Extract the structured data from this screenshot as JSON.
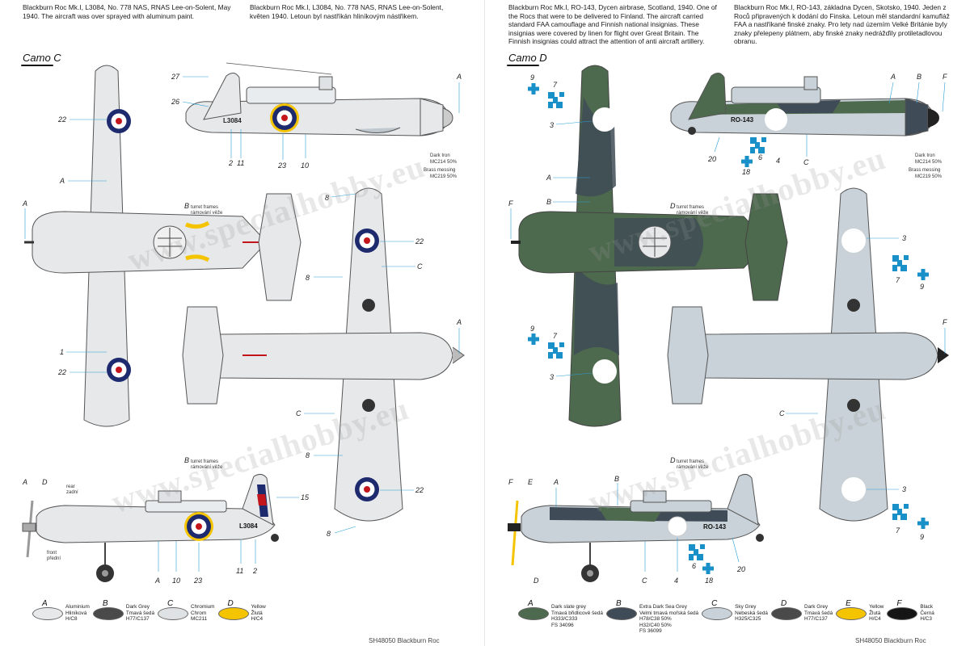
{
  "descriptions": {
    "left_en": "Blackburn Roc Mk.I, L3084, No. 778 NAS, RNAS Lee-on-Solent, May 1940. The aircraft was over sprayed with aluminum paint.",
    "left_cz": "Blackburn Roc Mk.I, L3084, No. 778 NAS, RNAS Lee-on-Solent, květen 1940. Letoun byl nastříkán hliníkovým nástřikem.",
    "right_en": "Blackburn Roc Mk.I, RO-143, Dycen airbrase, Scotland, 1940. One of the Rocs that were to be delivered to Finland. The aircraft carried standard FAA camouflage and Finnish national insignias. These insignias were covered by linen for flight over Great Britain. The Finnish insignias could attract the attention of anti aircraft artillery.",
    "right_cz": "Blackburn Roc Mk.I, RO-143, základna Dycen, Skotsko, 1940. Jeden z Roců připravených k dodání do Finska. Letoun měl standardní kamufláž FAA a nastříkané finské znaky. Pro lety nad územím Velké Británie byly znaky přelepeny plátnem, aby finské znaky nedrážďily protiletadlovou obranu."
  },
  "camo_c": {
    "title": "Camo C",
    "serial": "L3084"
  },
  "camo_d": {
    "title": "Camo D",
    "serial": "RO-143"
  },
  "callouts_c": {
    "n27": "27",
    "n26": "26",
    "n22a": "22",
    "n22b": "22",
    "n22c": "22",
    "n22d": "22",
    "nA1": "A",
    "nA2": "A",
    "nA3": "A",
    "nA4": "A",
    "nA5": "A",
    "nA6": "A",
    "nB1": "B",
    "nB2": "B",
    "n2a": "2",
    "n2b": "2",
    "n11a": "11",
    "n11b": "11",
    "n23a": "23",
    "n23b": "23",
    "n10a": "10",
    "n10b": "10",
    "n1": "1",
    "n8a": "8",
    "n8b": "8",
    "n8c": "8",
    "n8d": "8",
    "nC1": "C",
    "nC2": "C",
    "n15": "15",
    "nD": "D",
    "turret1": "turret frames",
    "turret1cz": "rámování věže",
    "turret2": "turret frames",
    "turret2cz": "rámování věže",
    "rear": "rear",
    "rear_cz": "zadní",
    "front": "front",
    "front_cz": "přední",
    "dark_iron": "Dark Iron",
    "dark_iron_pct": "MC214 50%",
    "brass": "Brass messing",
    "brass_pct": "MC219 50%"
  },
  "callouts_d": {
    "n9a": "9",
    "n9b": "9",
    "n9c": "9",
    "n9d": "9",
    "n7a": "7",
    "n7b": "7",
    "n7c": "7",
    "n7d": "7",
    "n3a": "3",
    "n3b": "3",
    "n3c": "3",
    "n3d": "3",
    "nA1": "A",
    "nA2": "A",
    "nA3": "A",
    "nB1": "B",
    "nB2": "B",
    "nB3": "B",
    "nF1": "F",
    "nF2": "F",
    "nF3": "F",
    "nF4": "F",
    "nD1": "D",
    "nD2": "D",
    "nD3": "D",
    "nE": "E",
    "nC1": "C",
    "nC2": "C",
    "nC3": "C",
    "n20a": "20",
    "n20b": "20",
    "n18a": "18",
    "n18b": "18",
    "n6a": "6",
    "n6b": "6",
    "n4a": "4",
    "n4b": "4",
    "turret1": "turret frames",
    "turret1cz": "rámování věže",
    "turret2": "turret frames",
    "turret2cz": "rámování věže",
    "dark_iron": "Dark Iron",
    "dark_iron_pct": "MC214 50%",
    "brass": "Brass messing",
    "brass_pct": "MC219 50%"
  },
  "legend_c": [
    {
      "letter": "A",
      "lines": [
        "Aluminium",
        "Hliníková",
        "H/C8"
      ],
      "color": "#e6e8ea"
    },
    {
      "letter": "B",
      "lines": [
        "Dark Grey",
        "Tmavá šedá",
        "H77/C137"
      ],
      "color": "#4a4a4a"
    },
    {
      "letter": "C",
      "lines": [
        "Chromium",
        "Chrom",
        "MC211"
      ],
      "color": "#dfe2e4"
    },
    {
      "letter": "D",
      "lines": [
        "Yellow",
        "Žlutá",
        "H/C4"
      ],
      "color": "#f5c400"
    }
  ],
  "legend_d": [
    {
      "letter": "A",
      "lines": [
        "Dark slate grey",
        "Tmavá břidlicově šedá",
        "H333/C333",
        "FS 34096"
      ],
      "color": "#4e6a4e"
    },
    {
      "letter": "B",
      "lines": [
        "Extra Dark Sea Grey",
        "Velmi tmavá mořská šedá",
        "H78/C38 50%",
        "H32/C40 50%",
        "FS 36099"
      ],
      "color": "#3f4b56"
    },
    {
      "letter": "C",
      "lines": [
        "Sky Grey",
        "Nebeská šedá",
        "H325/C325"
      ],
      "color": "#c9d2d8"
    },
    {
      "letter": "D",
      "lines": [
        "Dark Grey",
        "Tmavá šedá",
        "H77/C137"
      ],
      "color": "#4a4a4a"
    },
    {
      "letter": "E",
      "lines": [
        "Yellow",
        "Žlutá",
        "H/C4"
      ],
      "color": "#f5c400"
    },
    {
      "letter": "F",
      "lines": [
        "Black",
        "Černá",
        "H/C3"
      ],
      "color": "#151515"
    }
  ],
  "footer_left": "SH48050  Blackburn Roc",
  "footer_right": "SH48050  Blackburn Roc",
  "watermark": "www.specialhobby.eu",
  "colors": {
    "aluminium": "#e6e8ea",
    "sea_grey": "#3f4b56",
    "slate_green": "#4e6a4e",
    "sky_grey": "#c9d2d8",
    "raf_blue": "#1e2a6e",
    "raf_red": "#c3161c",
    "yellow": "#f5c400",
    "finn_blue": "#1a90c9"
  }
}
